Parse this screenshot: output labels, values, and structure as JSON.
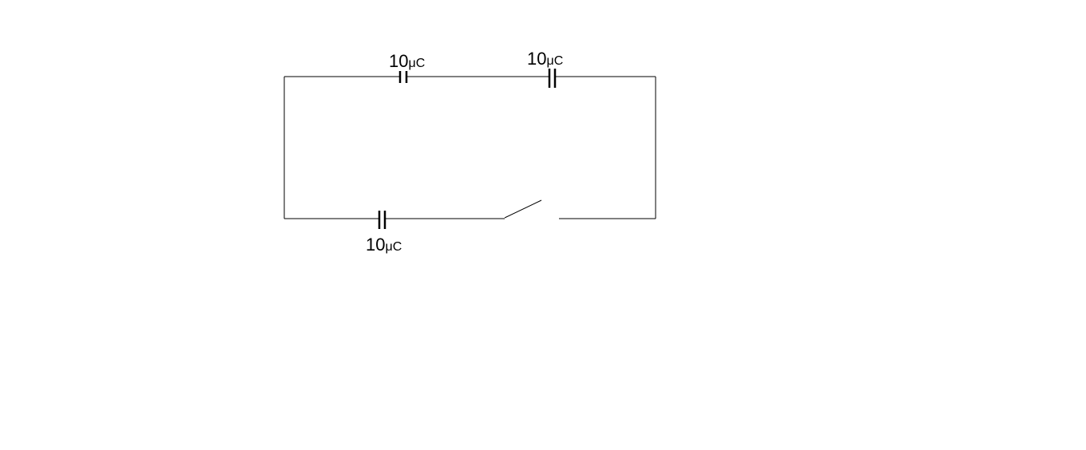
{
  "diagram": {
    "colors": {
      "stroke": "#000000",
      "background": "#ffffff"
    },
    "capacitors": [
      {
        "id": "top-left",
        "value": "10",
        "unit": "μC"
      },
      {
        "id": "top-right",
        "value": "10",
        "unit": "μC"
      },
      {
        "id": "bottom",
        "value": "10",
        "unit": "μC"
      }
    ],
    "switch": {
      "state": "open"
    }
  }
}
